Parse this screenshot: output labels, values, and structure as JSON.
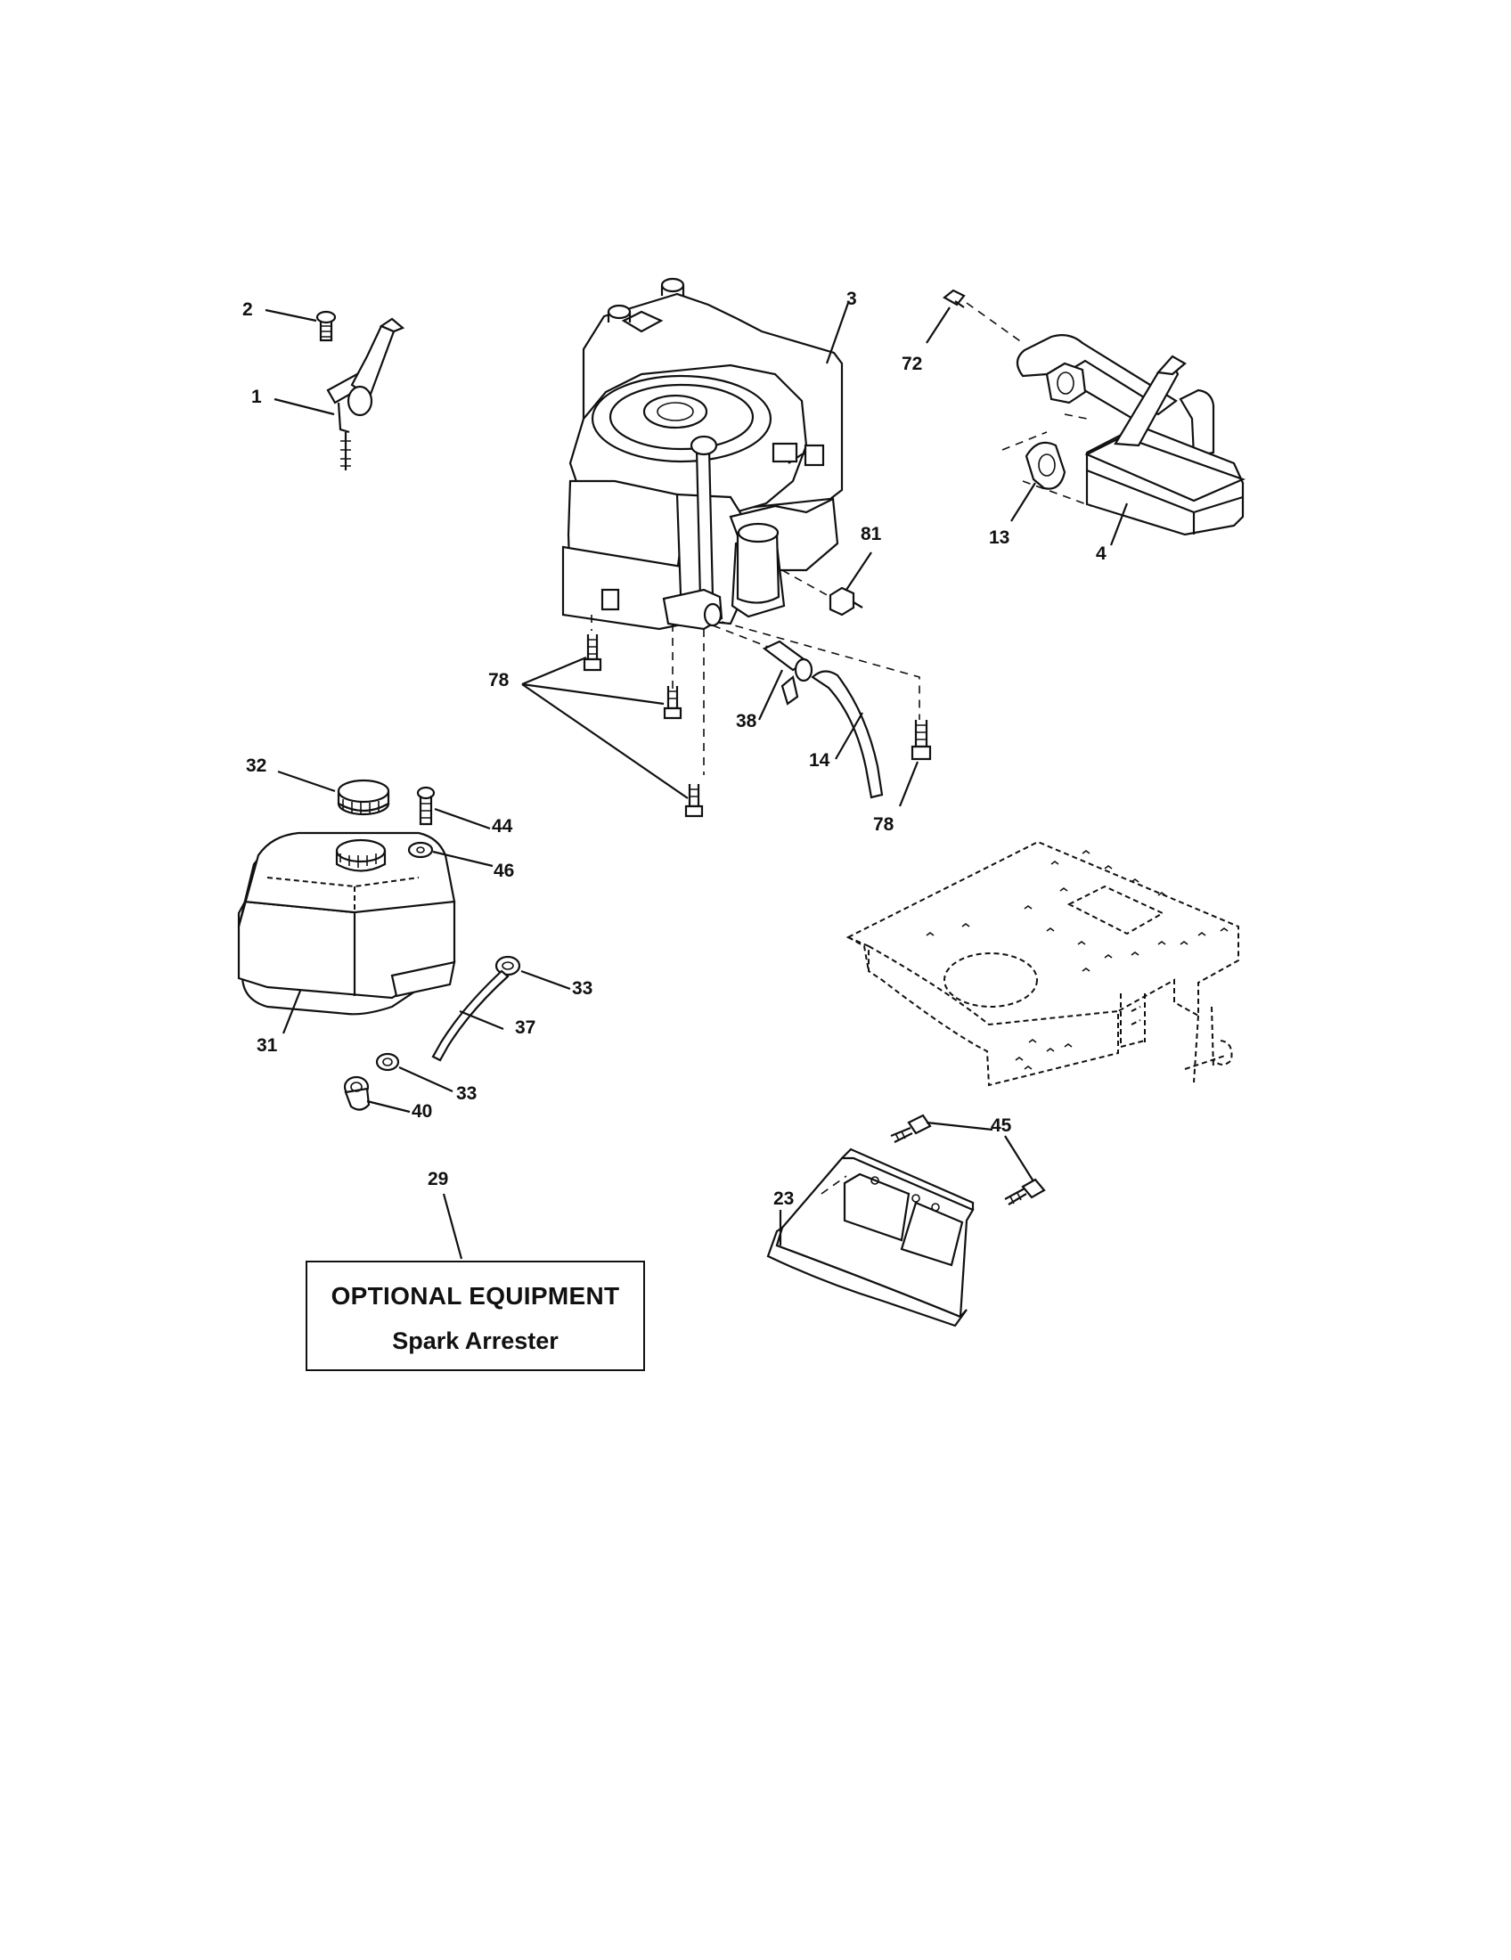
{
  "part_labels": {
    "p1": "1",
    "p2": "2",
    "p3": "3",
    "p4": "4",
    "p13": "13",
    "p14": "14",
    "p23": "23",
    "p29": "29",
    "p31": "31",
    "p32": "32",
    "p33a": "33",
    "p33b": "33",
    "p37": "37",
    "p38": "38",
    "p40": "40",
    "p44": "44",
    "p45": "45",
    "p46": "46",
    "p72": "72",
    "p78a": "78",
    "p78b": "78",
    "p81": "81"
  },
  "optional_box": {
    "title": "OPTIONAL EQUIPMENT",
    "subtitle": "Spark Arrester"
  }
}
